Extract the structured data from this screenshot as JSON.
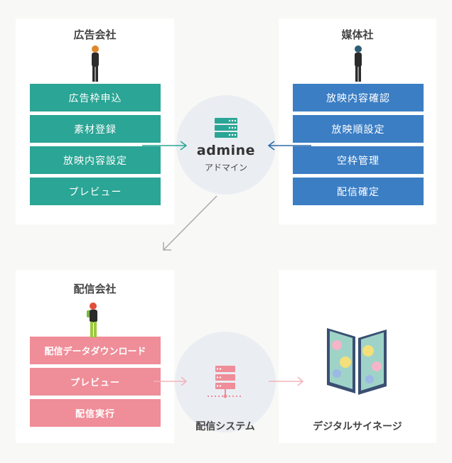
{
  "ad_company": {
    "title": "広告会社",
    "items": [
      "広告枠申込",
      "素材登録",
      "放映内容設定",
      "プレビュー"
    ]
  },
  "media_company": {
    "title": "媒体社",
    "items": [
      "放映内容確認",
      "放映順設定",
      "空枠管理",
      "配信確定"
    ]
  },
  "admine": {
    "name": "admine",
    "kana": "アドマイン"
  },
  "delivery_company": {
    "title": "配信会社",
    "items": [
      "配信データダウンロード",
      "プレビュー",
      "配信実行"
    ]
  },
  "delivery_system": {
    "label": "配信システム"
  },
  "signage": {
    "label": "デジタルサイネージ"
  },
  "colors": {
    "teal": "#2ba595",
    "blue": "#3b7ec4",
    "pink": "#ef8d98",
    "circle": "#eaeef3"
  }
}
